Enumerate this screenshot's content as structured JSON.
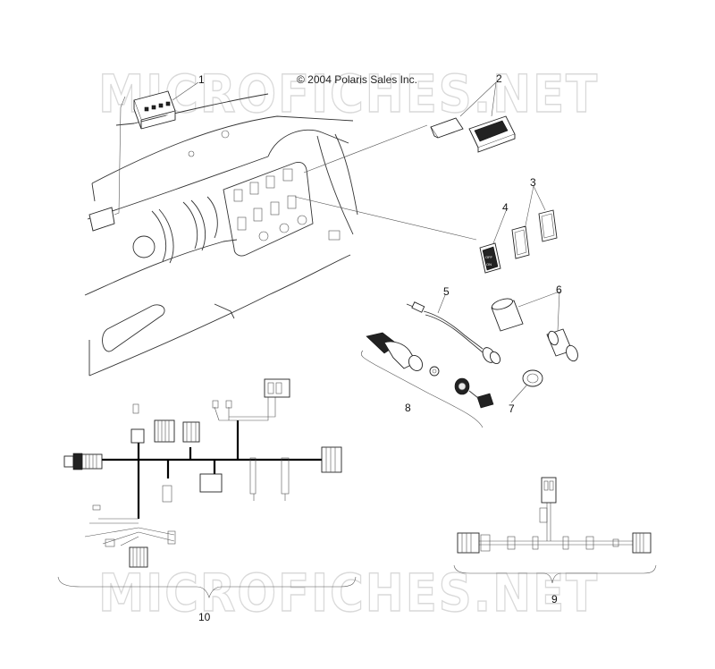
{
  "watermark": {
    "text": "MICROFICHES.NET"
  },
  "copyright": {
    "text": "© 2004 Polaris Sales Inc."
  },
  "callouts": {
    "c1": "1",
    "c2": "2",
    "c3": "3",
    "c4": "4",
    "c5": "5",
    "c6": "6",
    "c7": "7",
    "c8": "8",
    "c9": "9",
    "c10": "10"
  },
  "switch_labels": {
    "off": "OFF",
    "on": "ON"
  }
}
